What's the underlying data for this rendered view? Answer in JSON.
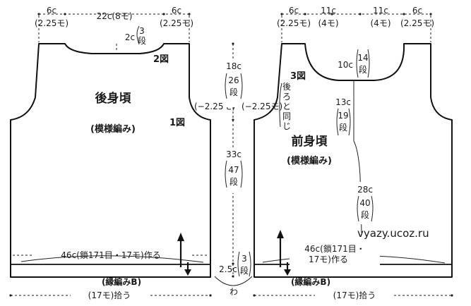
{
  "back": {
    "title": "後身頃",
    "pattern": "(模様編み)",
    "top_left": [
      "6c",
      "(2.25モ)"
    ],
    "top_mid": "22c(8モ)",
    "top_right": [
      "6c",
      "(2.25モ)"
    ],
    "neck_depth": [
      "2c",
      "3",
      "段"
    ],
    "fig2": "2図",
    "fig1": "1図",
    "armhole_dec": "(−2.25モ)",
    "cast_on": "46c(鎖171目・17モ)作る",
    "border": "(縁編みB)",
    "pickup": "(17モ)拾う"
  },
  "middle": {
    "armhole": [
      "18c",
      "26",
      "段"
    ],
    "body": [
      "33c",
      "47",
      "段"
    ],
    "border": [
      "2.5c",
      "3",
      "段"
    ],
    "wa": "わ"
  },
  "front": {
    "title": "前身頃",
    "pattern": "(模様編み)",
    "top": [
      [
        "6c",
        "(2.25モ)"
      ],
      [
        "11c",
        "(4モ)"
      ],
      [
        "11c",
        "(4モ)"
      ],
      [
        "6c",
        "(2.25モ)"
      ]
    ],
    "neck_depth": [
      "10c",
      "14",
      "段"
    ],
    "fig3": "3図",
    "same_as_back": "後ろと同じ",
    "side_upper": [
      "13c",
      "19",
      "段"
    ],
    "armhole_dec": "(−2.25モ)",
    "side_lower": [
      "28c",
      "40",
      "段"
    ],
    "cast_on": [
      "46c(鎖171目・",
      "17モ)作る"
    ],
    "border": "(縁編みB)",
    "pickup": "(17モ)拾う"
  },
  "watermark": "vyazy.ucoz.ru"
}
